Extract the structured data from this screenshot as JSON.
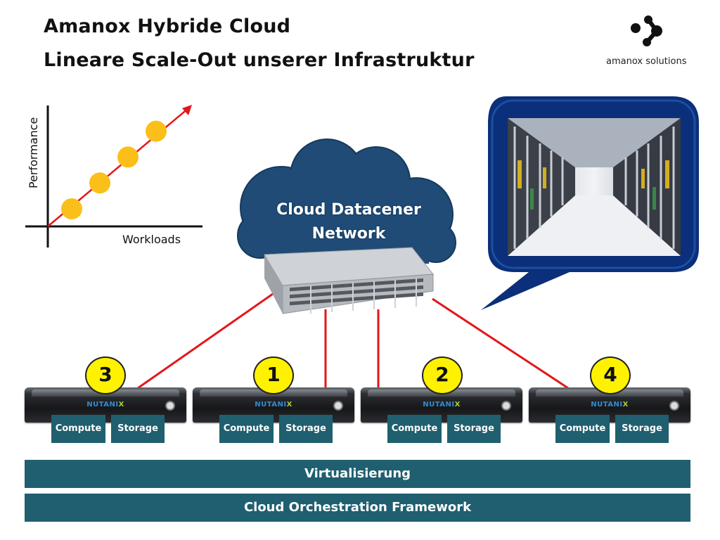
{
  "header": {
    "title_line1": "Amanox Hybride Cloud",
    "title_line2": "Lineare Scale-Out unserer Infrastruktur",
    "logo_text": "amanox solutions",
    "logo_icon": "amanox-logo-icon"
  },
  "chart_data": {
    "type": "scatter",
    "xlabel": "Workloads",
    "ylabel": "Performance",
    "points": [
      {
        "x": 1,
        "y": 1
      },
      {
        "x": 2,
        "y": 2
      },
      {
        "x": 3,
        "y": 3
      },
      {
        "x": 4,
        "y": 4
      }
    ],
    "trend": "linear-up",
    "point_color": "#fbbf1a",
    "trend_color": "#e3161b",
    "grid": false
  },
  "network": {
    "cloud_label_line1": "Cloud Datacener",
    "cloud_label_line2": "Network",
    "cloud_color": "#1f4b76",
    "switch_icon": "network-switch-icon",
    "link_color": "#e3161b"
  },
  "bubble": {
    "border_color": "#0b2f7a",
    "photo": "datacenter-photo"
  },
  "nodes": [
    {
      "badge": "3",
      "brand": "NUTANIX",
      "compute": "Compute",
      "storage": "Storage"
    },
    {
      "badge": "1",
      "brand": "NUTANIX",
      "compute": "Compute",
      "storage": "Storage"
    },
    {
      "badge": "2",
      "brand": "NUTANIX",
      "compute": "Compute",
      "storage": "Storage"
    },
    {
      "badge": "4",
      "brand": "NUTANIX",
      "compute": "Compute",
      "storage": "Storage"
    }
  ],
  "layers": {
    "virtualization": "Virtualisierung",
    "orchestration": "Cloud Orchestration Framework"
  },
  "colors": {
    "teal": "#1f5f6f",
    "badge": "#fff200"
  }
}
